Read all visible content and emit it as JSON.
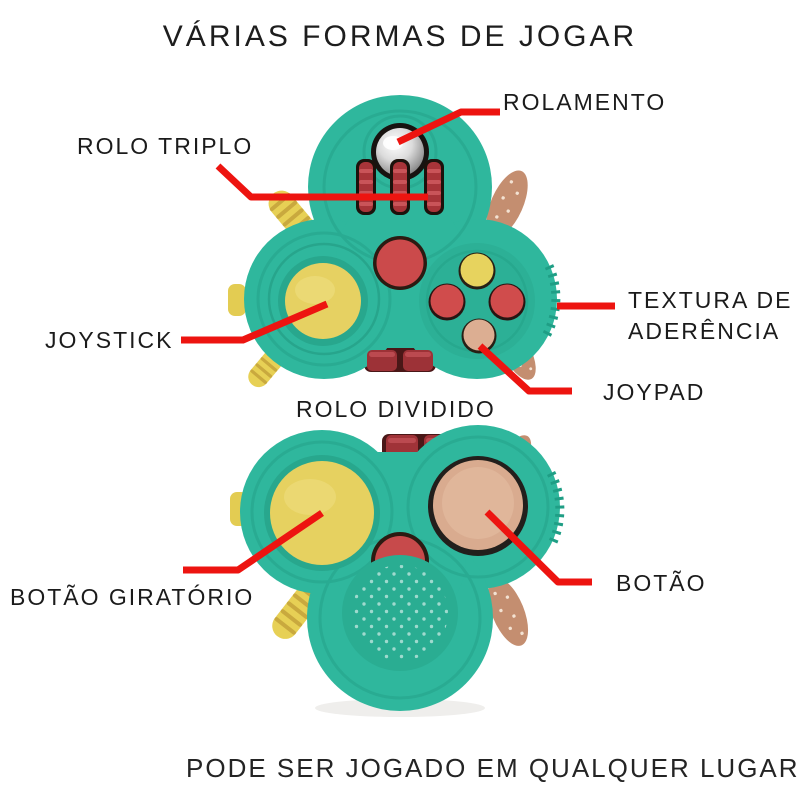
{
  "title": "VÁRIAS FORMAS DE JOGAR",
  "footer": "PODE SER JOGADO EM QUALQUER LUGAR",
  "callouts": [
    {
      "id": "rolamento",
      "label": "ROLAMENTO",
      "points_to": "metal ball bearing on top lobe"
    },
    {
      "id": "rolo-triplo",
      "label": "ROLO TRIPLO",
      "points_to": "three red ribbed rollers"
    },
    {
      "id": "joystick",
      "label": "JOYSTICK",
      "points_to": "yellow joystick cap, left lobe"
    },
    {
      "id": "textura-aderencia",
      "label_lines": [
        "TEXTURA DE",
        "ADERÊNCIA"
      ],
      "label": "TEXTURA DE ADERÊNCIA",
      "points_to": "ribbed grip texture on right edge"
    },
    {
      "id": "joypad",
      "label": "JOYPAD",
      "points_to": "four-button pad, lower tan button"
    },
    {
      "id": "rolo-dividido",
      "label": "ROLO DIVIDIDO",
      "points_to": "split red roller between the two views"
    },
    {
      "id": "botao-giratorio",
      "label": "BOTÃO GIRATÓRIO",
      "points_to": "large yellow rotary dial, back view"
    },
    {
      "id": "botao",
      "label": "BOTÃO",
      "points_to": "large tan press button, back view"
    }
  ],
  "colors": {
    "body_teal": "#2fb79d",
    "teal_shade": "#28a78d",
    "callout_red": "#ed1410",
    "button_red": "#cc4a4b",
    "roller_dark_red": "#a23439",
    "button_yellow": "#e6d160",
    "button_tan": "#d9ab8f",
    "grip_tan": "#c48e70",
    "metal_silver": "#c9c9c9",
    "text_dark": "#1d1d1d",
    "background": "#ffffff"
  }
}
